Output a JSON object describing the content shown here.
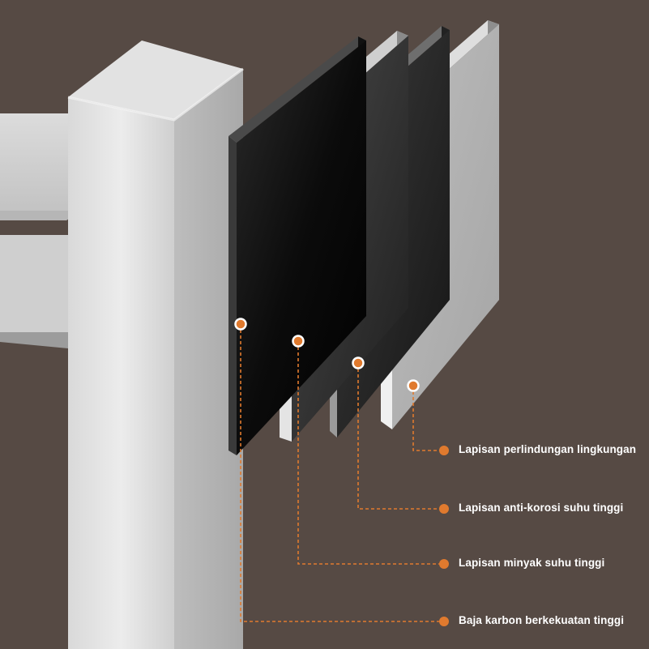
{
  "accent_color": "#e07a2e",
  "background_color": "#564a44",
  "layers": [
    {
      "label": "Lapisan perlindungan lingkungan"
    },
    {
      "label": "Lapisan anti-korosi suhu tinggi"
    },
    {
      "label": "Lapisan minyak suhu tinggi"
    },
    {
      "label": "Baja karbon berkekuatan tinggi"
    }
  ]
}
